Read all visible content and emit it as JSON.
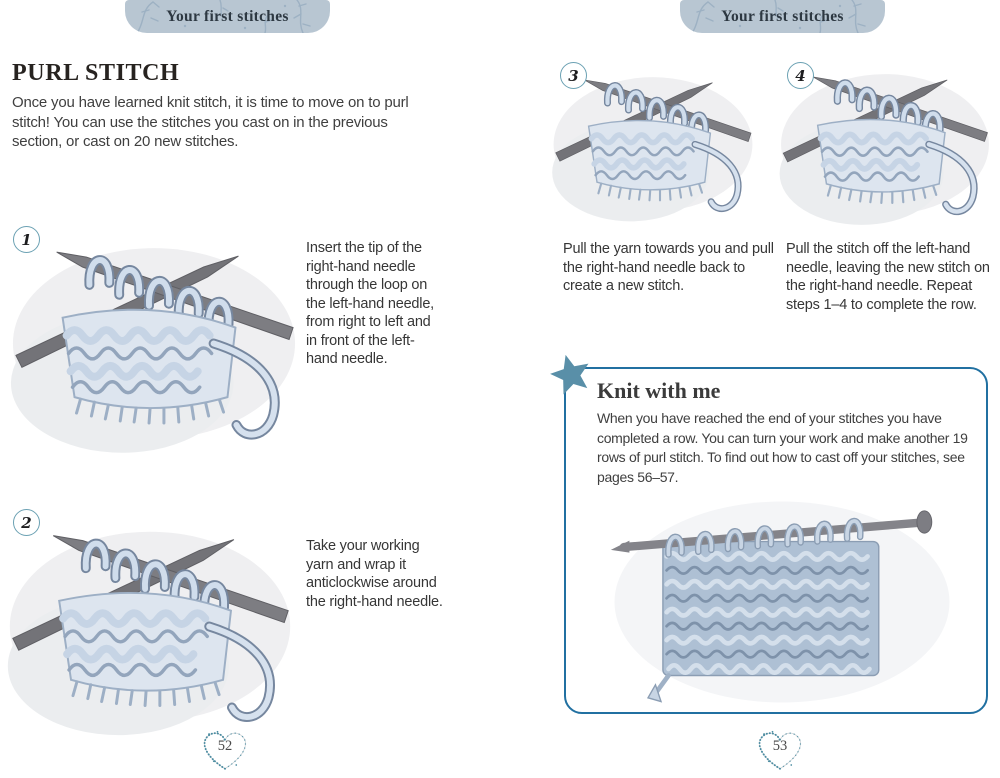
{
  "left_page": {
    "header_label": "Your first stitches",
    "title": "PURL STITCH",
    "intro": "Once you have learned knit stitch, it is time to move on to purl\nstitch! You can use the stitches you cast on in the previous\nsection, or cast on 20 new stitches.",
    "steps": [
      {
        "number": "1",
        "caption": "Insert the tip of the\nright-hand needle\nthrough the loop on\nthe left-hand needle,\nfrom right to left and\nin front of the left-\nhand needle."
      },
      {
        "number": "2",
        "caption": "Take your working\nyarn and wrap it\nanticlockwise around\nthe right-hand needle."
      }
    ],
    "page_number": "52"
  },
  "right_page": {
    "header_label": "Your first stitches",
    "steps": [
      {
        "number": "3",
        "caption": "Pull the yarn towards you and pull\nthe right-hand needle back to\ncreate a new stitch."
      },
      {
        "number": "4",
        "caption": "Pull the stitch off the left-hand\nneedle, leaving the new stitch on\nthe right-hand needle. Repeat\nsteps 1–4 to complete the row."
      }
    ],
    "callout": {
      "title": "Knit with me",
      "body": "When you have reached the end of your stitches you have\ncompleted a row. You can turn your work and make another 19\nrows of purl stitch. To find out how to cast off your stitches, see\npages 56–57."
    },
    "page_number": "53"
  },
  "colors": {
    "section_tab_bg": "#b8c6d2",
    "callout_border": "#2170a1",
    "star_teal": "#598fa8",
    "heart_teal": "#4b8ca1",
    "yarn_light": "#d0ddec",
    "yarn_outline": "#76879f",
    "needle_gray": "#76767b",
    "swatch_blue": "#aec0d4"
  }
}
